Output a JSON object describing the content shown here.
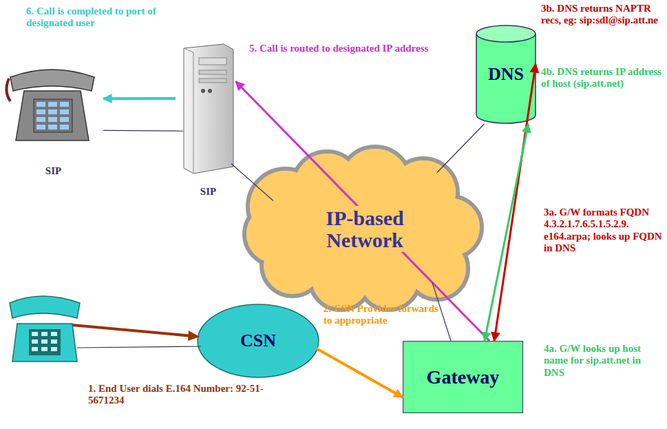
{
  "diagram": {
    "nodes": [
      {
        "text": [
          "SIP"
        ]
      },
      {
        "text": [
          "SIP"
        ]
      },
      {
        "text": [
          "DNS"
        ]
      },
      {
        "text": [
          "IP-based Network"
        ]
      },
      {
        "text": [
          "CSN"
        ]
      },
      {
        "text": [
          "Gateway"
        ]
      }
    ],
    "edges": [
      {
        "from": 1,
        "to": 0,
        "arrow": "to"
      },
      {
        "from": 1,
        "to": 0,
        "arrow": "none"
      },
      {
        "from": 3,
        "to": 2,
        "arrow": "none"
      },
      {
        "from": 3,
        "to": 1,
        "arrow": "none"
      },
      {
        "from": 4,
        "to": 5,
        "arrow": "to"
      },
      {
        "from": 5,
        "to": 1,
        "arrow": "to"
      },
      {
        "from": 5,
        "to": 2,
        "arrow": "both"
      },
      {
        "from": 5,
        "to": 2,
        "arrow": "both"
      },
      {
        "from": 3,
        "to": 5,
        "arrow": "none"
      }
    ],
    "labels": [
      "6. Call is completed to port of designated user",
      "5. Call is routed to designated IP address",
      "3b. DNS returns NAPTR recs, eg: sip:sdl@sip.att.ne",
      "4b. DNS returns IP address of host (sip.att.net)",
      "3a. G/W formats FQDN 4.3.2.1.7.6.5.1.5.2.9. e164.arpa; looks up FQDN in DNS",
      "2. CSN Provider forwards to appropriate",
      "4a. G/W looks up host name for sip.att.net in DNS",
      "1. End User dials E.164 Number: 92-51-5671234"
    ]
  }
}
